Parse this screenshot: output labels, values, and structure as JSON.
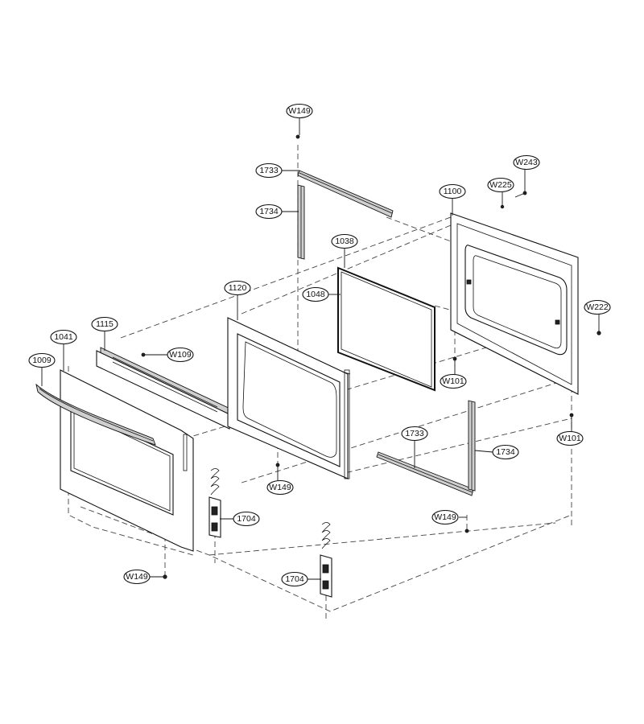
{
  "callouts": {
    "w149_top": "W149",
    "p1733_top": "1733",
    "p1734_top": "1734",
    "p1038": "1038",
    "p1048": "1048",
    "p1100": "1100",
    "w225": "W225",
    "w243": "W243",
    "w222": "W222",
    "w101_a": "W101",
    "w101_b": "W101",
    "p1120": "1120",
    "p1115": "1115",
    "p1041": "1041",
    "p1009": "1009",
    "w109": "W109",
    "p1733_bottom": "1733",
    "p1734_bottom": "1734",
    "w149_mid": "W149",
    "w149_right": "W149",
    "p1704_a": "1704",
    "p1704_b": "1704",
    "w149_bottom": "W149"
  }
}
